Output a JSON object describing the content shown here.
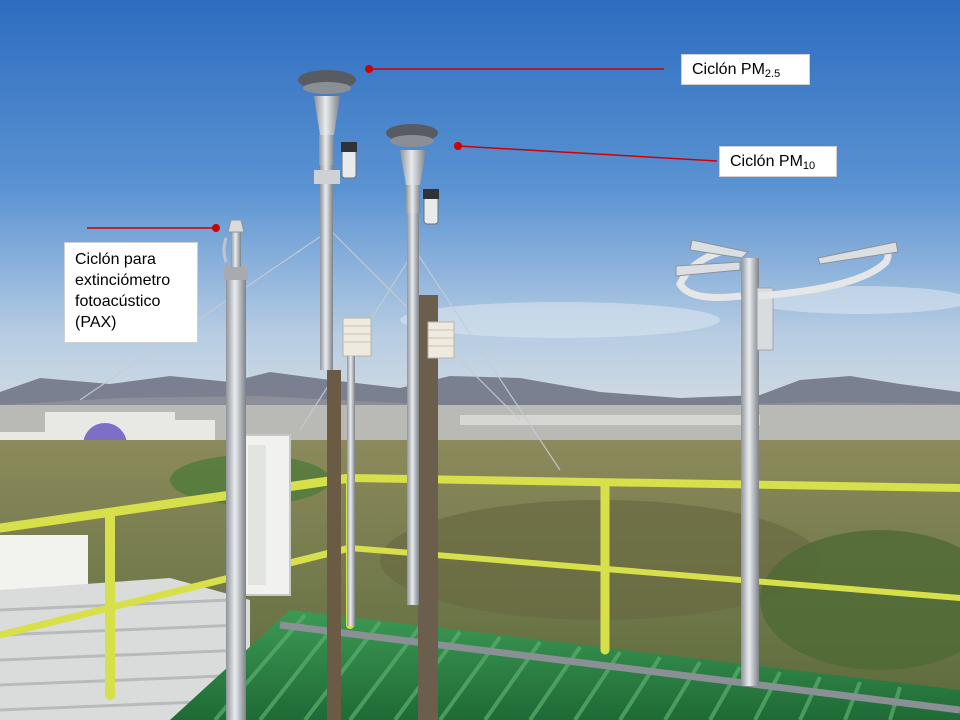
{
  "labels": {
    "pm25": {
      "prefix": "Ciclón PM",
      "sub": "2.5"
    },
    "pm10": {
      "prefix": "Ciclón PM",
      "sub": "10"
    },
    "pax": {
      "lines": [
        "Ciclón para",
        "extinciómetro",
        "fotoacústico",
        "(PAX)"
      ]
    }
  },
  "colors": {
    "leader_line": "#d10000",
    "sky_top": "#2f6fbf",
    "sky_bottom": "#bcd2e6",
    "railing": "#d8e04a",
    "roof": "#2f8a4a",
    "vegetation": "#7a7a4a"
  }
}
